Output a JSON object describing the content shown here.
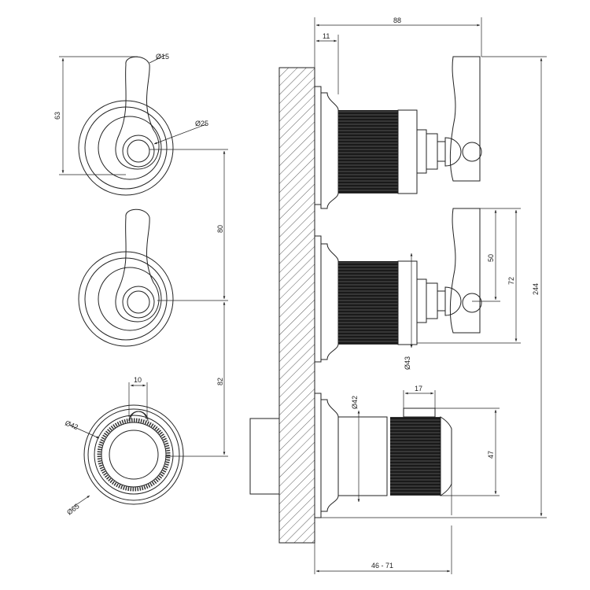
{
  "drawing": {
    "front_view": {
      "lever_diameter": "Ø15",
      "lever_height": "63",
      "hub_diameter": "Ø25",
      "spacing_upper": "80",
      "spacing_lower": "82",
      "slot_width": "10",
      "knob_diameter": "Ø42",
      "rosette_diameter": "Ø65"
    },
    "side_view": {
      "total_depth": "88",
      "plate_offset": "11",
      "total_height": "244",
      "lever_length": "50",
      "lever_span": "72",
      "spindle_diameter": "Ø43",
      "knob_body_diameter": "Ø42",
      "cap_width": "17",
      "knob_height": "47",
      "wall_depth_range": "46 - 71"
    },
    "colors": {
      "line": "#222222",
      "knurl": "#1a1a1a"
    }
  }
}
